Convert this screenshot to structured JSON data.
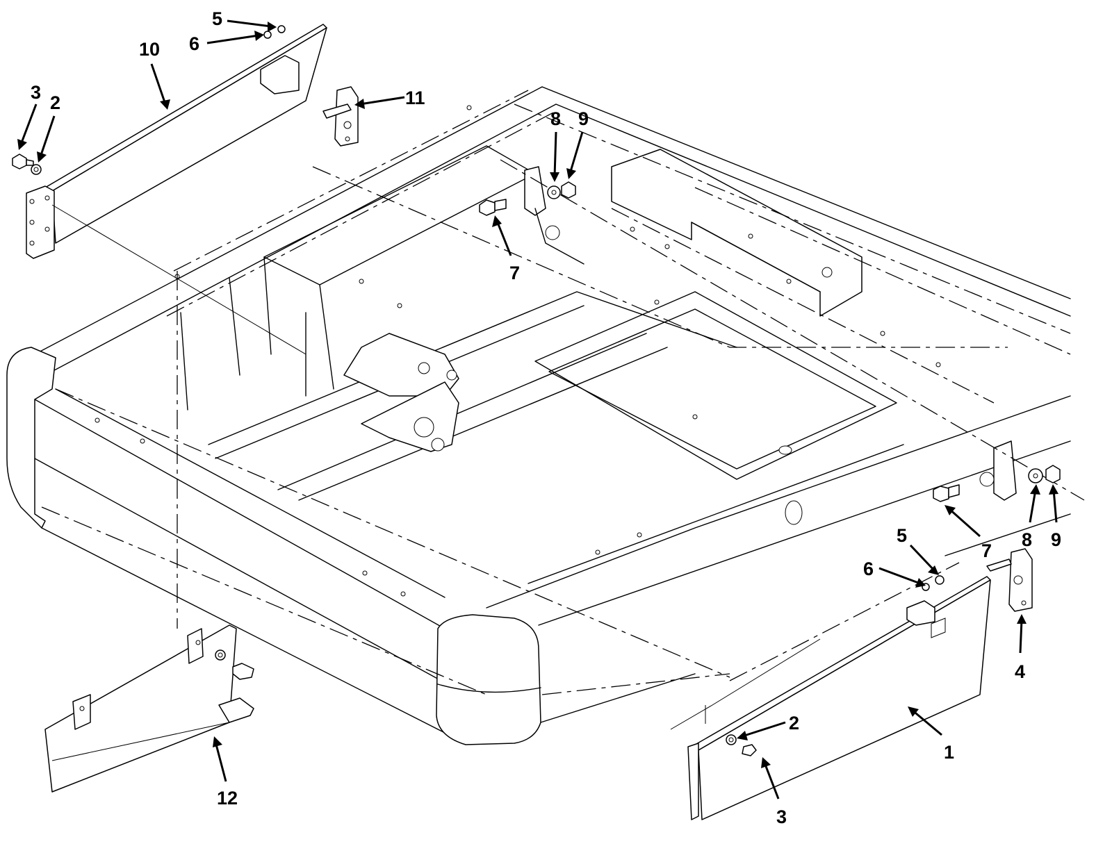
{
  "callouts": [
    {
      "id": "c10",
      "label": "10"
    },
    {
      "id": "c5a",
      "label": "5"
    },
    {
      "id": "c6a",
      "label": "6"
    },
    {
      "id": "c3a",
      "label": "3"
    },
    {
      "id": "c2a",
      "label": "2"
    },
    {
      "id": "c11",
      "label": "11"
    },
    {
      "id": "c8a",
      "label": "8"
    },
    {
      "id": "c9a",
      "label": "9"
    },
    {
      "id": "c7a",
      "label": "7"
    },
    {
      "id": "c8b",
      "label": "8"
    },
    {
      "id": "c9b",
      "label": "9"
    },
    {
      "id": "c7b",
      "label": "7"
    },
    {
      "id": "c5b",
      "label": "5"
    },
    {
      "id": "c6b",
      "label": "6"
    },
    {
      "id": "c4",
      "label": "4"
    },
    {
      "id": "c2b",
      "label": "2"
    },
    {
      "id": "c1",
      "label": "1"
    },
    {
      "id": "c3b",
      "label": "3"
    },
    {
      "id": "c12",
      "label": "12"
    }
  ],
  "colors": {
    "ink": "#000000",
    "paper": "#ffffff"
  }
}
